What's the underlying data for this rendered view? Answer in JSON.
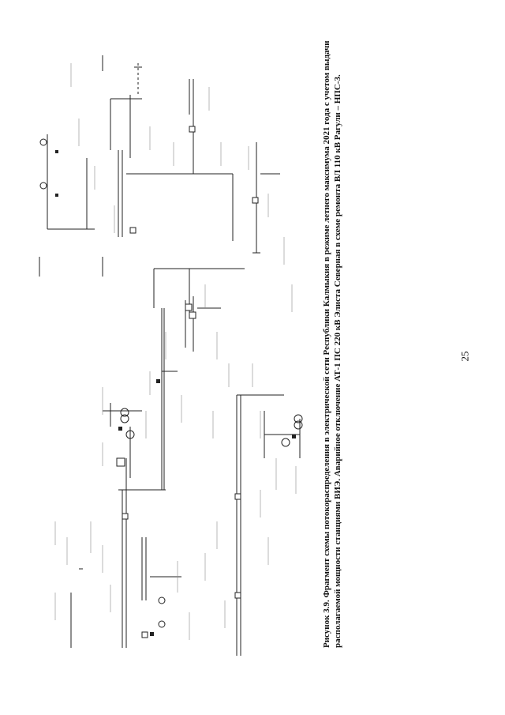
{
  "figure": {
    "caption_label": "Рисунок 3.9.",
    "caption_line1": " Фрагмент схемы потокораспределения в электрической сети Республики Калмыкия в режиме летнего максимума 2021 года с учетом выдачи",
    "caption_line2": "располагаемой мощности станциями ВИЭ. Аварийное отключение АТ-1 ПС 220 кВ Элиста Северная в схеме ремонта ВЛ 110 кВ Рагули – НПС-3."
  },
  "page_number": "25"
}
